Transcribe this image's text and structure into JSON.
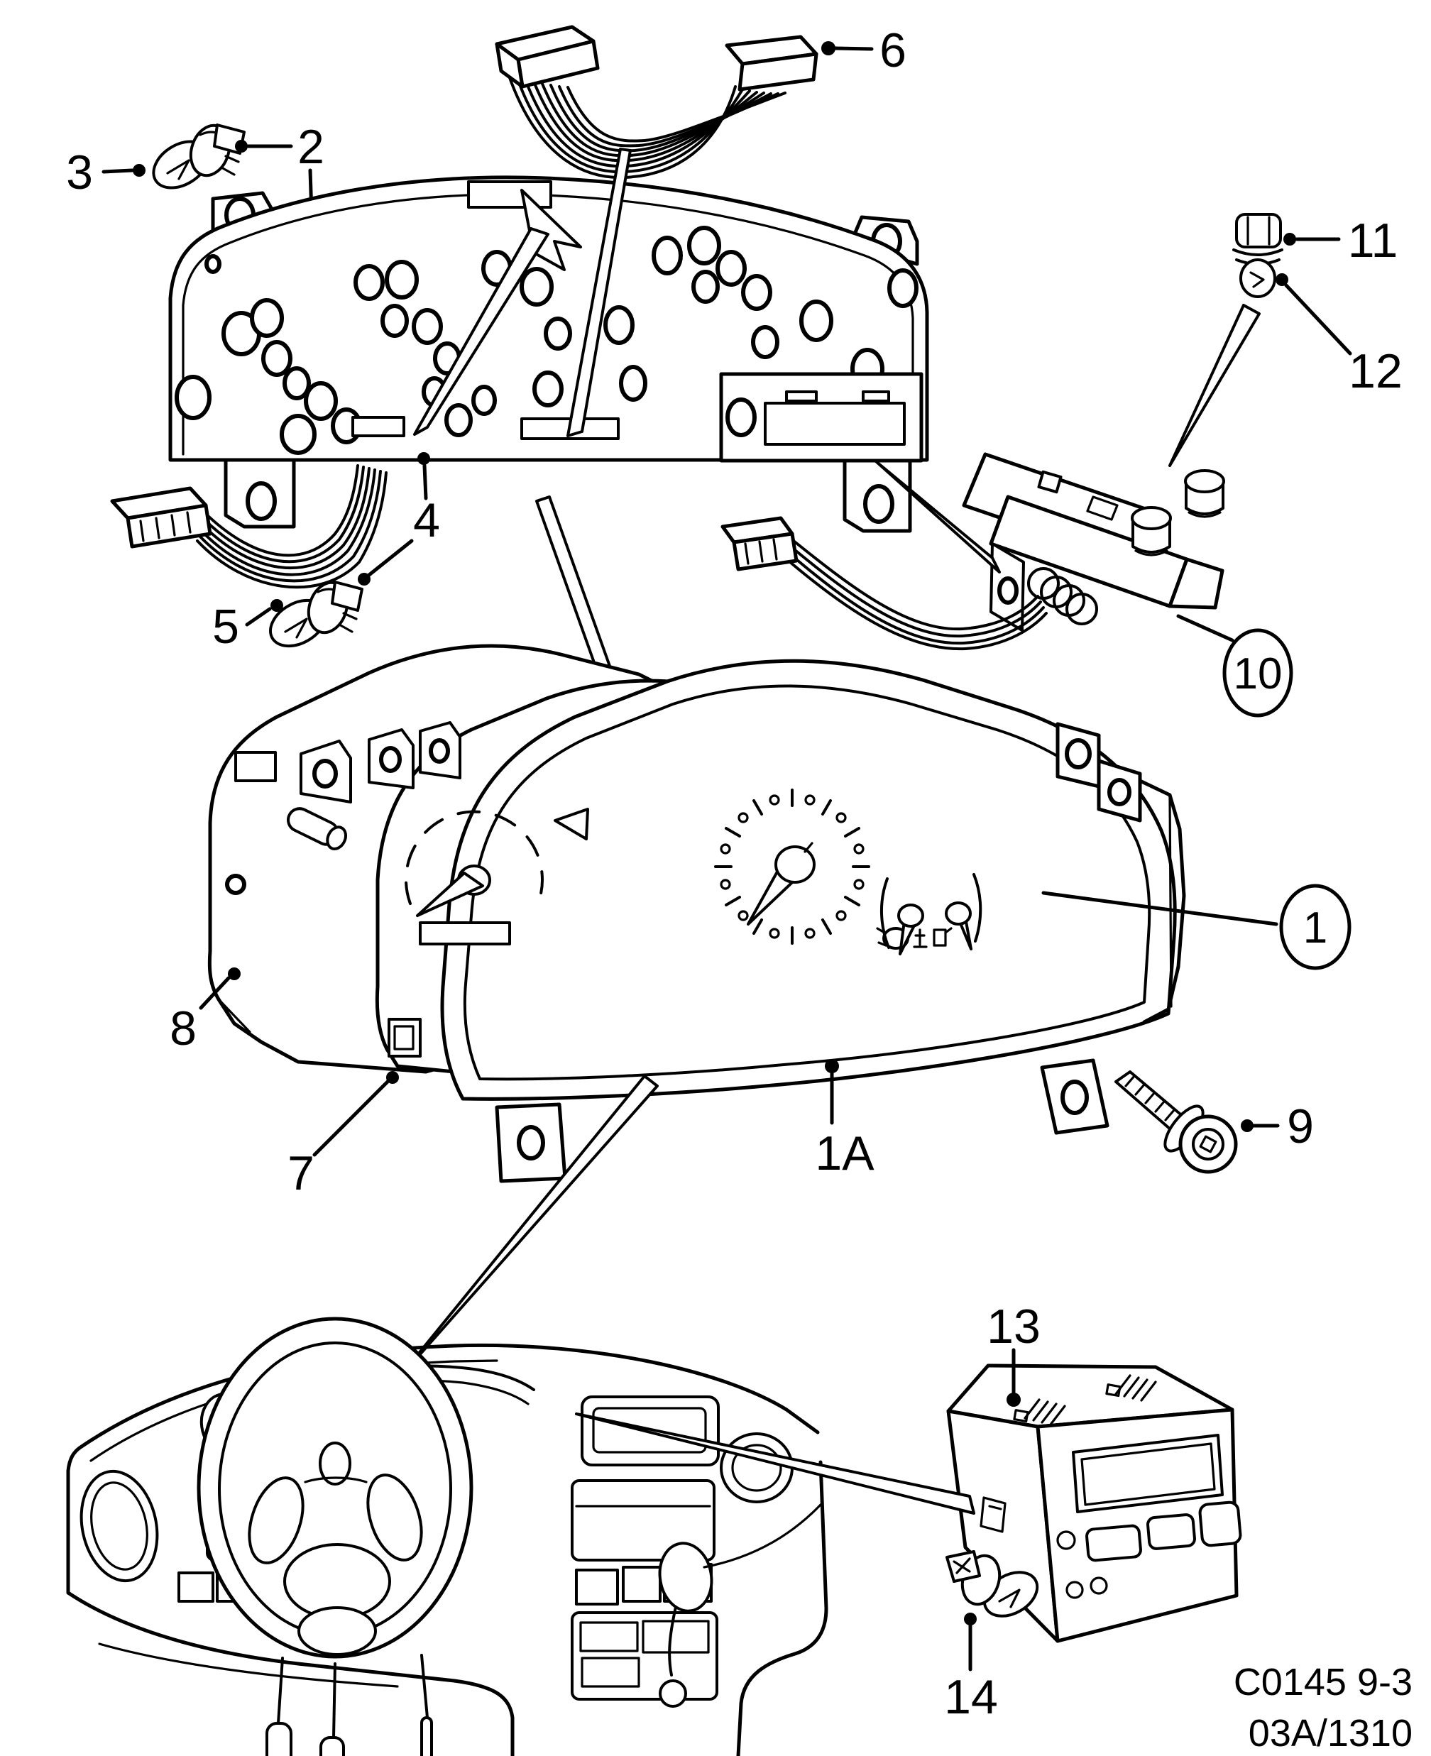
{
  "figure": {
    "kind": "exploded-parts-diagram",
    "subject": "instrument cluster and display illumination components"
  },
  "callouts": {
    "c1": {
      "label": "1",
      "style": "circled"
    },
    "c1a": {
      "label": "1A",
      "style": "plain"
    },
    "c2": {
      "label": "2",
      "style": "plain"
    },
    "c3": {
      "label": "3",
      "style": "plain"
    },
    "c4": {
      "label": "4",
      "style": "plain"
    },
    "c5": {
      "label": "5",
      "style": "plain"
    },
    "c6": {
      "label": "6",
      "style": "plain"
    },
    "c7": {
      "label": "7",
      "style": "plain"
    },
    "c8": {
      "label": "8",
      "style": "plain"
    },
    "c9": {
      "label": "9",
      "style": "plain"
    },
    "c10": {
      "label": "10",
      "style": "circled"
    },
    "c11": {
      "label": "11",
      "style": "plain"
    },
    "c12": {
      "label": "12",
      "style": "plain"
    },
    "c13": {
      "label": "13",
      "style": "plain"
    },
    "c14": {
      "label": "14",
      "style": "plain"
    }
  },
  "footer": {
    "line1": "C0145 9-3",
    "line2": "03A/1310"
  },
  "colors": {
    "ink": "#000000",
    "paper": "#ffffff"
  }
}
